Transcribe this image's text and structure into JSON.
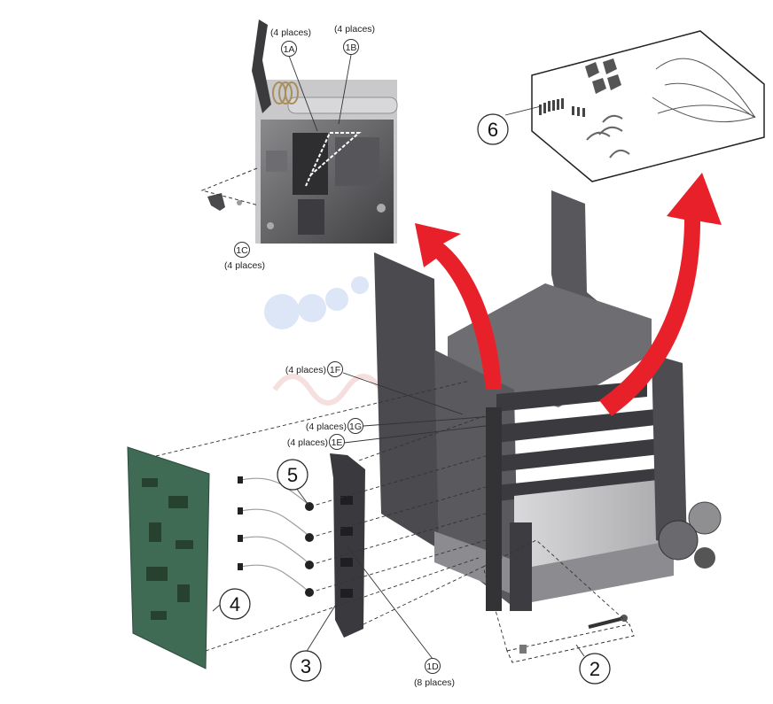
{
  "callouts": {
    "c1a": {
      "id": "1A",
      "qty": "(4 places)"
    },
    "c1b": {
      "id": "1B",
      "qty": "(4 places)"
    },
    "c1c": {
      "id": "1C",
      "qty": "(4 places)"
    },
    "c1d": {
      "id": "1D",
      "qty": "(8 places)"
    },
    "c1e": {
      "id": "1E",
      "qty": "(4 places)"
    },
    "c1f": {
      "id": "1F",
      "qty": "(4 places)"
    },
    "c1g": {
      "id": "1G",
      "qty": "(4 places)"
    },
    "c2": {
      "id": "2"
    },
    "c3": {
      "id": "3"
    },
    "c4": {
      "id": "4"
    },
    "c5": {
      "id": "5"
    },
    "c6": {
      "id": "6"
    }
  },
  "colors": {
    "arrow_red": "#e8202a",
    "board_green": "#3f6b55",
    "metal_dark": "#4a4a4c",
    "metal_mid": "#7b7b7e",
    "metal_light": "#b9b9bc"
  }
}
